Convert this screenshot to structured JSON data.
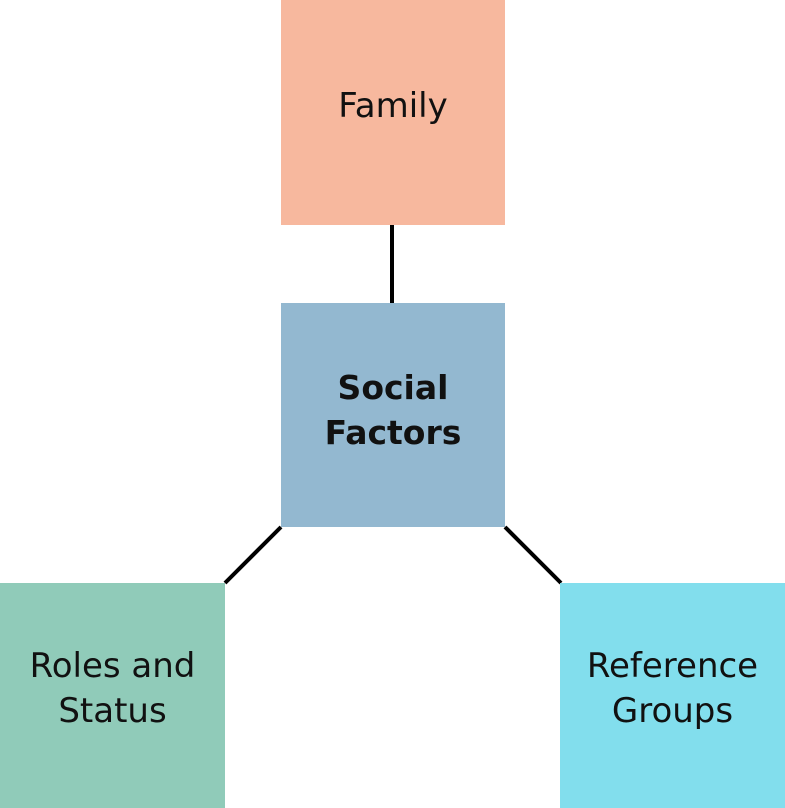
{
  "diagram": {
    "center": {
      "label": "Social\nFactors",
      "color": "#93b8d0"
    },
    "nodes": [
      {
        "id": "family",
        "label": "Family",
        "color": "#f7b89e"
      },
      {
        "id": "roles-status",
        "label": "Roles and\nStatus",
        "color": "#90cbb9"
      },
      {
        "id": "reference-groups",
        "label": "Reference\nGroups",
        "color": "#82deed"
      }
    ],
    "connector_color": "#000000"
  }
}
